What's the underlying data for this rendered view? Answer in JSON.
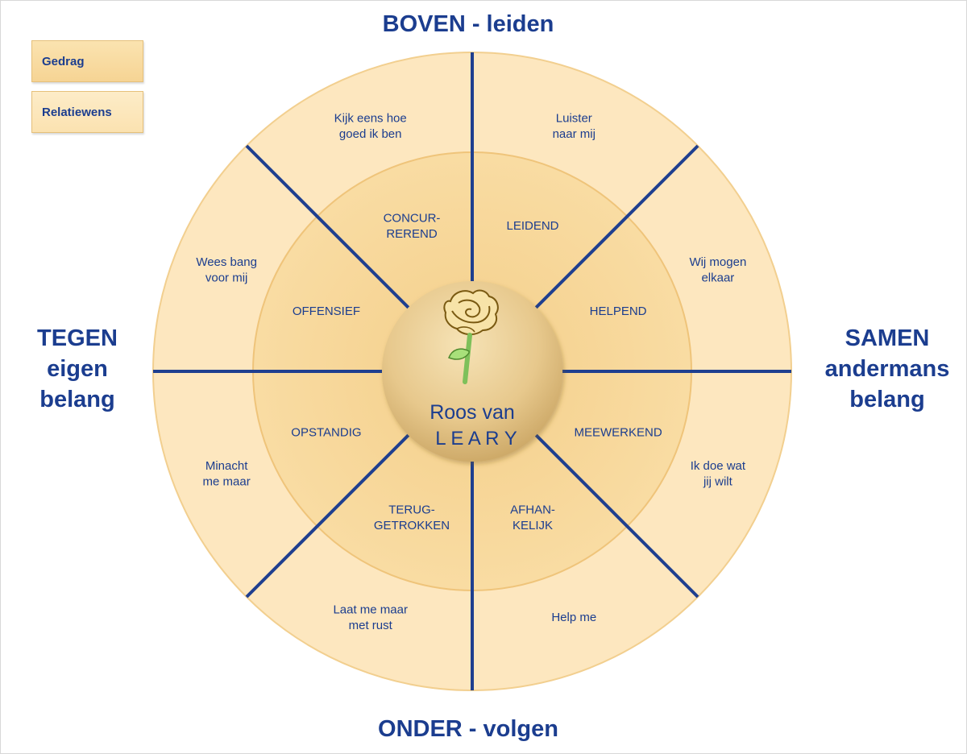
{
  "legend": {
    "behavior": "Gedrag",
    "relation_wish": "Relatiewens"
  },
  "axes": {
    "top": "BOVEN - leiden",
    "bottom": "ONDER - volgen",
    "left": [
      "TEGEN",
      "eigen",
      "belang"
    ],
    "right": [
      "SAMEN",
      "andermans",
      "belang"
    ]
  },
  "center": {
    "title_line1": "Roos van",
    "title_line2": "L E A R Y",
    "icon": "rose-icon"
  },
  "sectors": [
    {
      "inner": [
        "LEIDEND"
      ],
      "outer": [
        "Luister",
        "naar mij"
      ]
    },
    {
      "inner": [
        "HELPEND"
      ],
      "outer": [
        "Wij mogen",
        "elkaar"
      ]
    },
    {
      "inner": [
        "MEEWERKEND"
      ],
      "outer": [
        "Ik doe wat",
        "jij wilt"
      ]
    },
    {
      "inner": [
        "AFHAN-",
        "KELIJK"
      ],
      "outer": [
        "Help me"
      ]
    },
    {
      "inner": [
        "TERUG-",
        "GETROKKEN"
      ],
      "outer": [
        "Laat me maar",
        "met rust"
      ]
    },
    {
      "inner": [
        "OPSTANDIG"
      ],
      "outer": [
        "Minacht",
        "me maar"
      ]
    },
    {
      "inner": [
        "OFFENSIEF"
      ],
      "outer": [
        "Wees bang",
        "voor mij"
      ]
    },
    {
      "inner": [
        "CONCUR-",
        "REREND"
      ],
      "outer": [
        "Kijk eens hoe",
        "goed ik ben"
      ]
    }
  ],
  "colors": {
    "text": "#1b3d8f",
    "divider": "#1f3f8f",
    "outer_ring": "#fde6bd",
    "middle_ring": "#f8d89c",
    "center_light": "#f3dba6",
    "center_dark": "#c9a462"
  }
}
